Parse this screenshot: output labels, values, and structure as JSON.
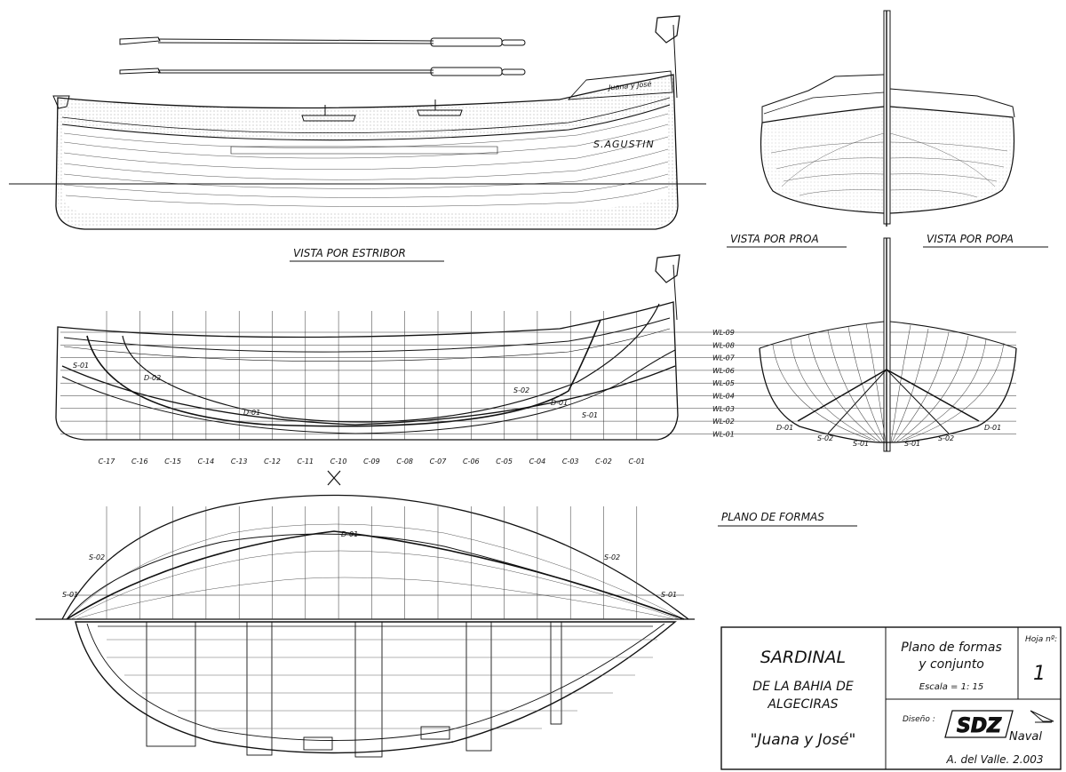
{
  "views": {
    "starboard": "VISTA POR ESTRIBOR",
    "bow": "VISTA POR PROA",
    "stern": "VISTA POR POPA",
    "lines": "PLANO DE FORMAS"
  },
  "hull": {
    "name_plate": "Juana y José",
    "side_name": "S.AGUSTIN"
  },
  "waterlines": [
    "WL-09",
    "WL-08",
    "WL-07",
    "WL-06",
    "WL-05",
    "WL-04",
    "WL-03",
    "WL-02",
    "WL-01"
  ],
  "stations": [
    "C-17",
    "C-16",
    "C-15",
    "C-14",
    "C-13",
    "C-12",
    "C-11",
    "C-10",
    "C-09",
    "C-08",
    "C-07",
    "C-06",
    "C-05",
    "C-04",
    "C-03",
    "C-02",
    "C-01"
  ],
  "curve_labels": {
    "s01": "S-01",
    "s02": "S-02",
    "d01": "D-01",
    "d02": "D-02"
  },
  "title_block": {
    "title": "SARDINAL",
    "subtitle_1": "DE LA BAHIA DE",
    "subtitle_2": "ALGECIRAS",
    "boat": "\"Juana y José\"",
    "plan_1": "Plano de formas",
    "plan_2": "y conjunto",
    "scale": "Escala = 1: 15",
    "sheet_label": "Hoja nº:",
    "sheet_no": "1",
    "design_label": "Diseño :",
    "logo": "SDZ",
    "logo_suffix": "Naval",
    "author": "A. del Valle. 2.003"
  }
}
